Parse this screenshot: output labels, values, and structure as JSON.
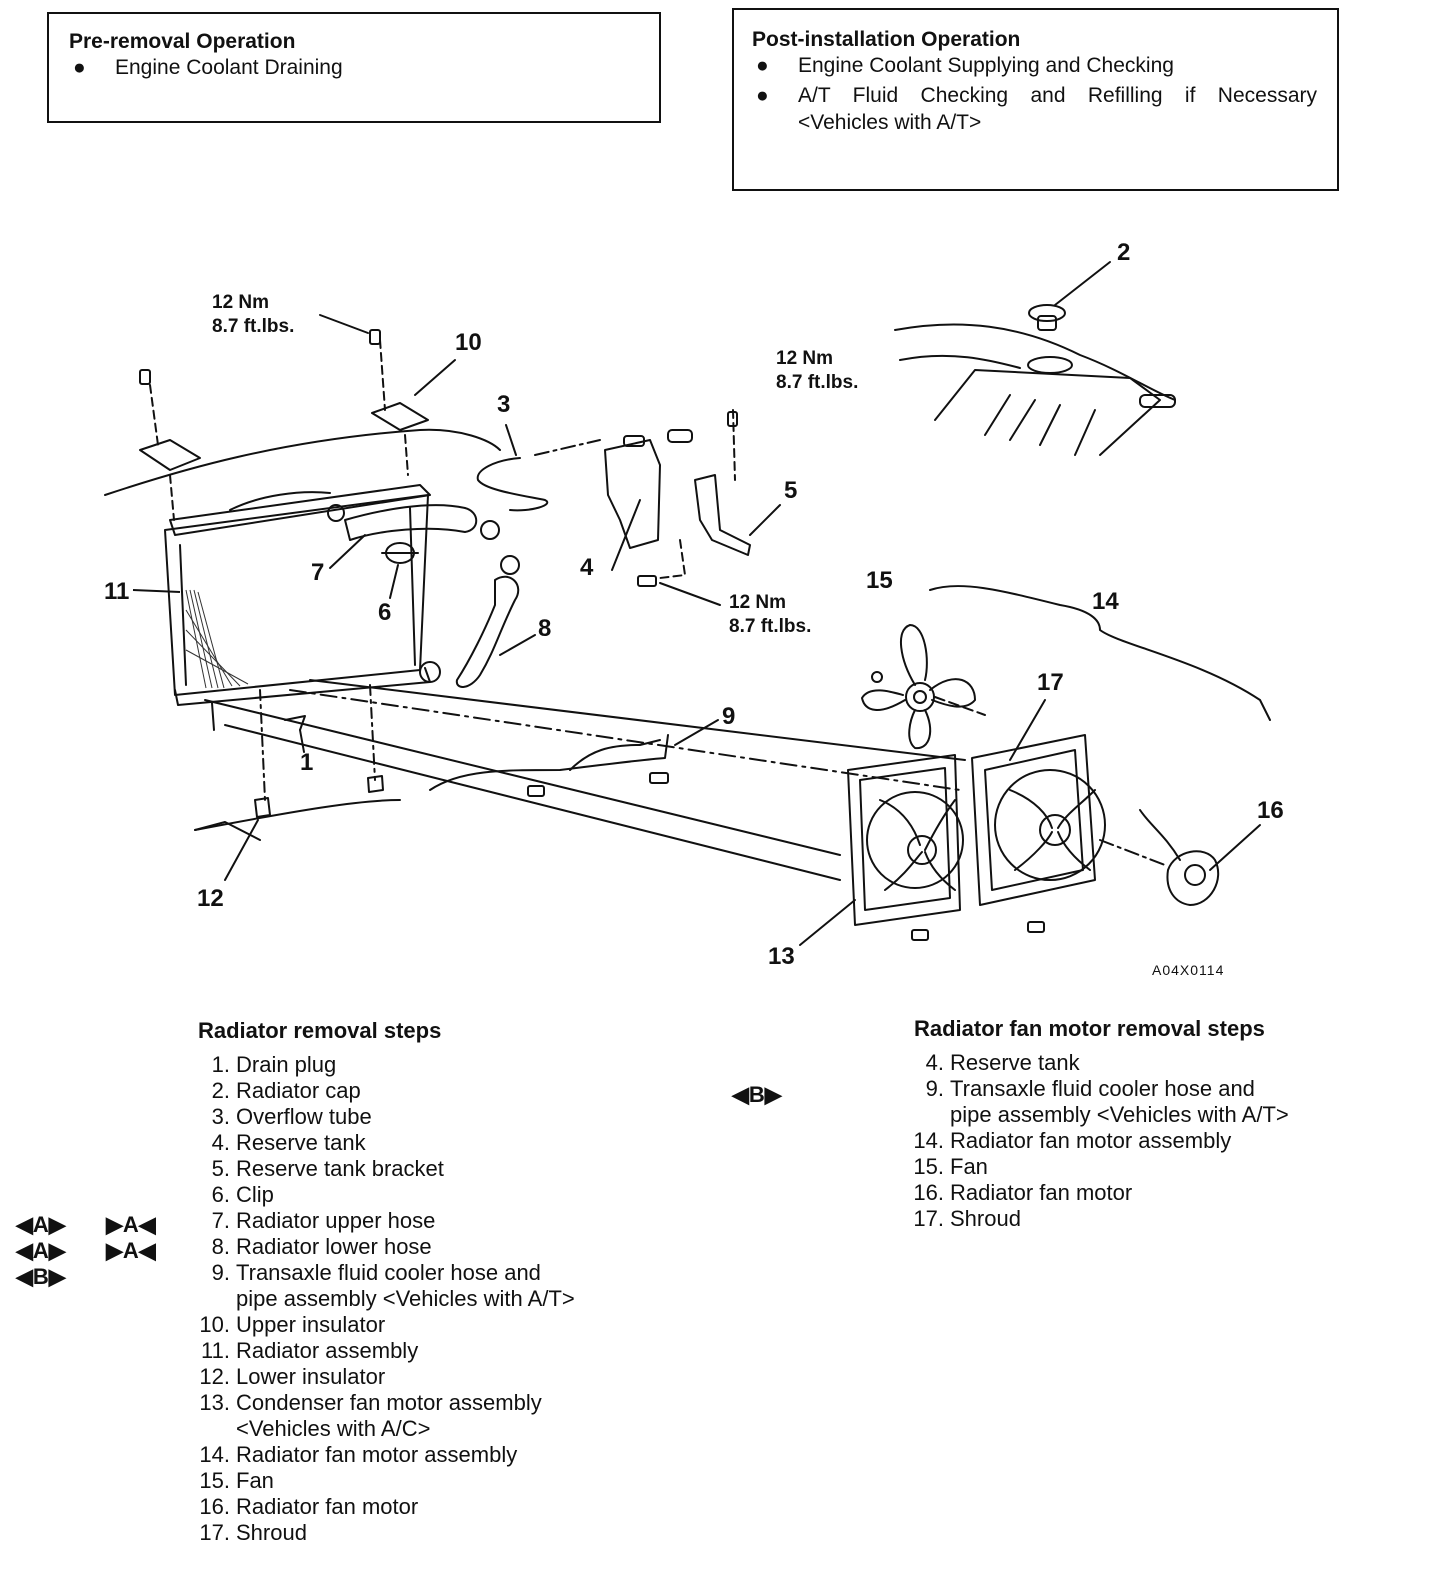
{
  "pre_removal": {
    "title": "Pre-removal Operation",
    "items": [
      "Engine Coolant Draining"
    ]
  },
  "post_installation": {
    "title": "Post-installation Operation",
    "items": [
      "Engine Coolant Supplying and Checking",
      "A/T Fluid Checking and Refilling if Necessary",
      "<Vehicles with A/T>"
    ]
  },
  "diagram": {
    "torque_1": [
      "12 Nm",
      "8.7 ft.lbs."
    ],
    "torque_2": [
      "12 Nm",
      "8.7 ft.lbs."
    ],
    "torque_3": [
      "12 Nm",
      "8.7 ft.lbs."
    ],
    "callouts": [
      "1",
      "2",
      "3",
      "4",
      "5",
      "6",
      "7",
      "8",
      "9",
      "10",
      "11",
      "12",
      "13",
      "14",
      "15",
      "16",
      "17"
    ],
    "figure_code": "A04X0114"
  },
  "radiator_steps": {
    "title": "Radiator removal steps",
    "steps": [
      {
        "n": "1.",
        "t": "Drain plug"
      },
      {
        "n": "2.",
        "t": "Radiator cap"
      },
      {
        "n": "3.",
        "t": "Overflow tube"
      },
      {
        "n": "4.",
        "t": "Reserve tank"
      },
      {
        "n": "5.",
        "t": "Reserve tank bracket"
      },
      {
        "n": "6.",
        "t": "Clip"
      },
      {
        "n": "7.",
        "t": "Radiator upper hose"
      },
      {
        "n": "8.",
        "t": "Radiator lower hose"
      },
      {
        "n": "9.",
        "t": "Transaxle fluid cooler hose and"
      },
      {
        "n": "",
        "t": "pipe assembly <Vehicles with A/T>"
      },
      {
        "n": "10.",
        "t": "Upper insulator"
      },
      {
        "n": "11.",
        "t": "Radiator assembly"
      },
      {
        "n": "12.",
        "t": "Lower insulator"
      },
      {
        "n": "13.",
        "t": "Condenser fan motor assembly"
      },
      {
        "n": "",
        "t": "<Vehicles with A/C>"
      },
      {
        "n": "14.",
        "t": "Radiator fan motor assembly"
      },
      {
        "n": "15.",
        "t": "Fan"
      },
      {
        "n": "16.",
        "t": "Radiator fan motor"
      },
      {
        "n": "17.",
        "t": "Shroud"
      }
    ],
    "marks": [
      "◀A▶",
      "▶A◀",
      "◀A▶",
      "▶A◀",
      "◀B▶"
    ]
  },
  "fan_steps": {
    "title": "Radiator fan motor removal steps",
    "steps": [
      {
        "n": "4.",
        "t": "Reserve tank"
      },
      {
        "n": "9.",
        "t": "Transaxle fluid cooler hose and"
      },
      {
        "n": "",
        "t": "pipe assembly <Vehicles with A/T>"
      },
      {
        "n": "14.",
        "t": "Radiator fan motor assembly"
      },
      {
        "n": "15.",
        "t": "Fan"
      },
      {
        "n": "16.",
        "t": "Radiator fan motor"
      },
      {
        "n": "17.",
        "t": "Shroud"
      }
    ],
    "marks": [
      "◀B▶"
    ]
  }
}
